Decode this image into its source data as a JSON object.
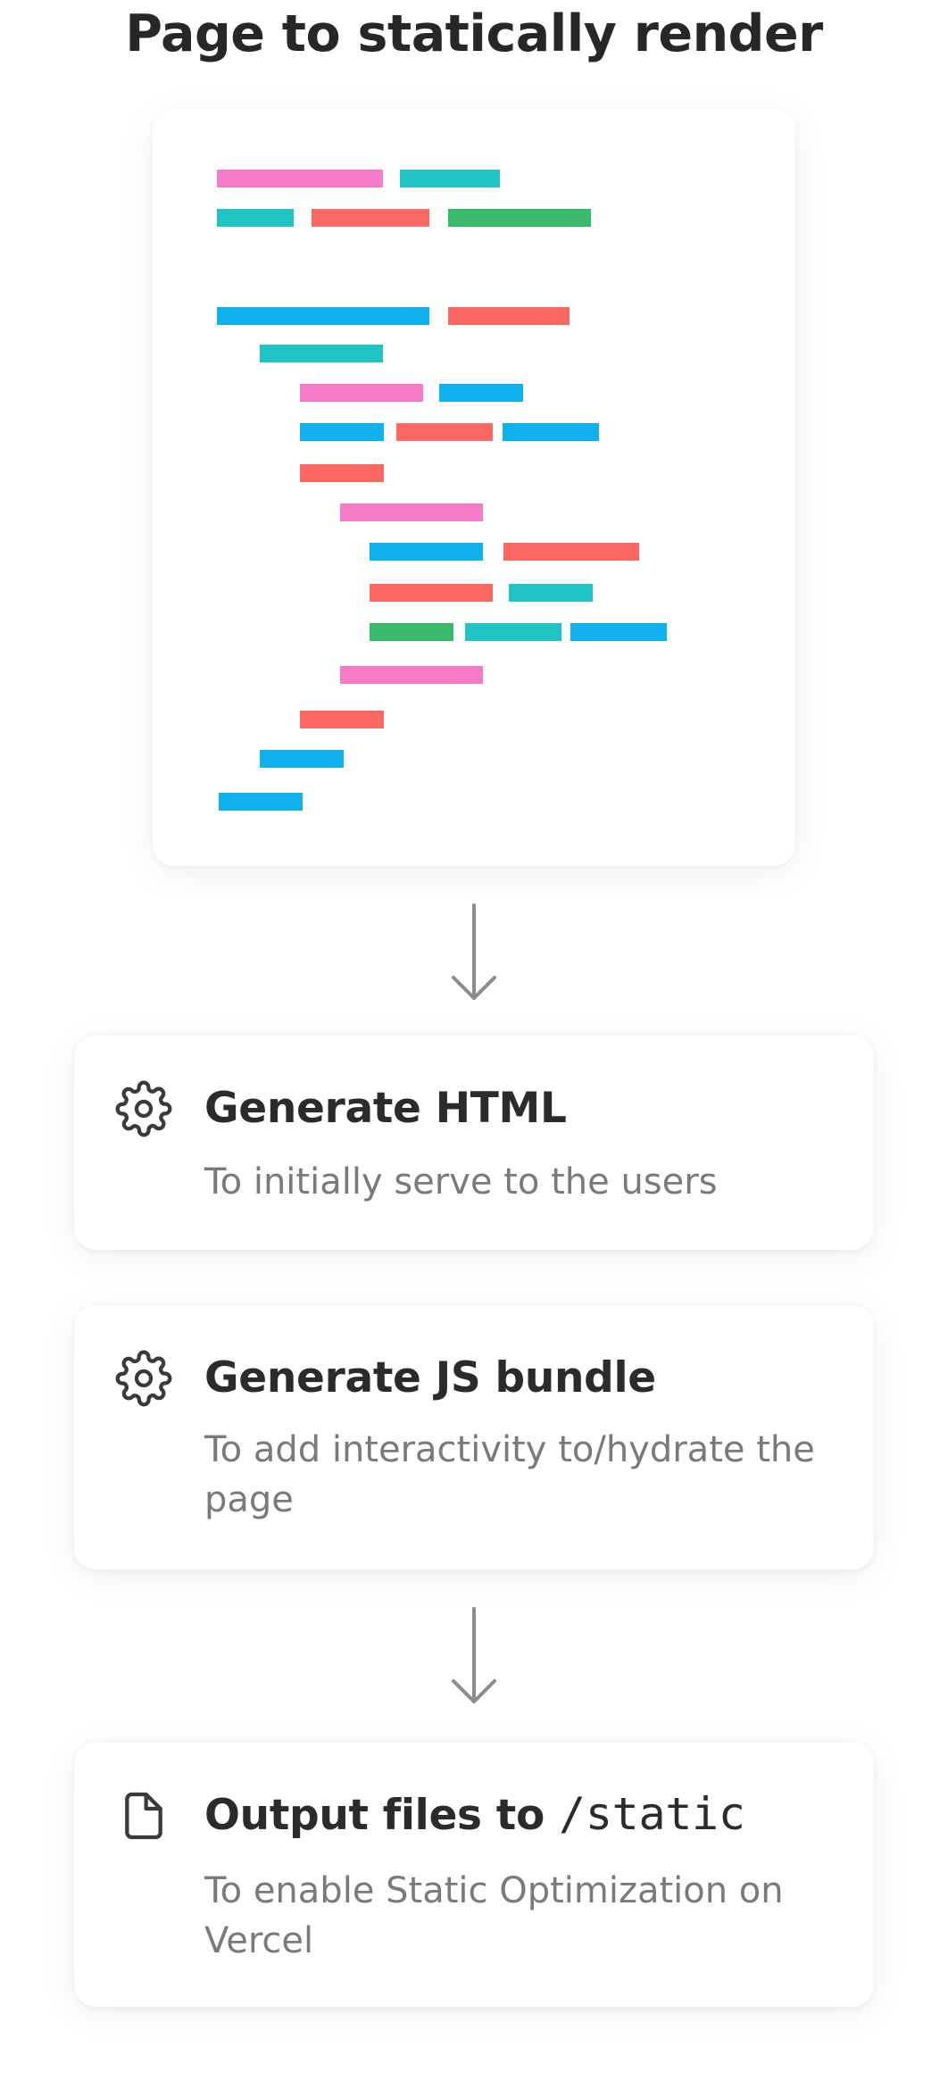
{
  "title": "Page to statically render",
  "code_colors": {
    "pink": "#f77ac6",
    "teal": "#1fc4c4",
    "red": "#fd6862",
    "green": "#39b96a",
    "blue": "#0eb0ee"
  },
  "icons": {
    "gear": "gear-icon",
    "file": "file-icon",
    "arrow": "arrow-down-icon"
  },
  "steps": [
    {
      "title": "Generate HTML",
      "description": "To initially serve to the users",
      "icon": "gear-icon"
    },
    {
      "title": "Generate JS bundle",
      "description": "To add interactivity to/hydrate the page",
      "icon": "gear-icon"
    },
    {
      "title_prefix": "Output files to",
      "title_code": "/static",
      "description": "To enable Static Optimization on Vercel",
      "icon": "file-icon"
    }
  ],
  "arrow_color": "#8c8c8c",
  "icon_color": "#3a3a3a"
}
